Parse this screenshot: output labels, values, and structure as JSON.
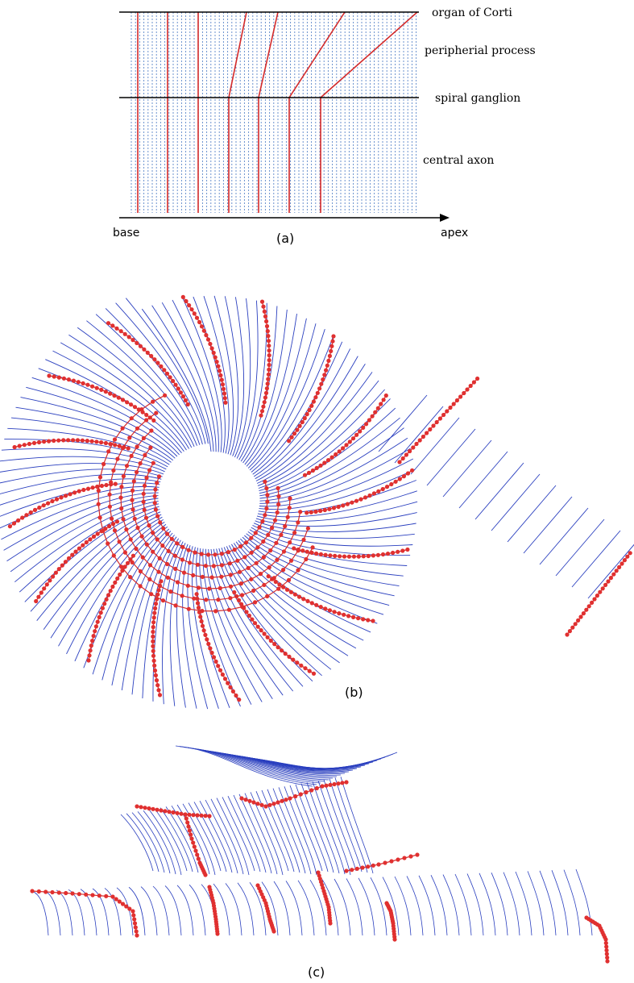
{
  "panel_a": {
    "labels": {
      "organ_of_corti": "organ of Corti",
      "peripherial_process": "peripherial process",
      "spiral_ganglion": "spiral ganglion",
      "central_axon": "central axon",
      "base": "base",
      "apex": "apex"
    },
    "caption": "(a)"
  },
  "panel_b": {
    "caption": "(b)"
  },
  "panel_c": {
    "caption": "(c)"
  },
  "colors": {
    "fiber_blue": "#2a3fbf",
    "highlight_red": "#d42a2a",
    "bead_red": "#e03030",
    "dashed_blue": "#5b86c9",
    "axis": "#000000"
  }
}
